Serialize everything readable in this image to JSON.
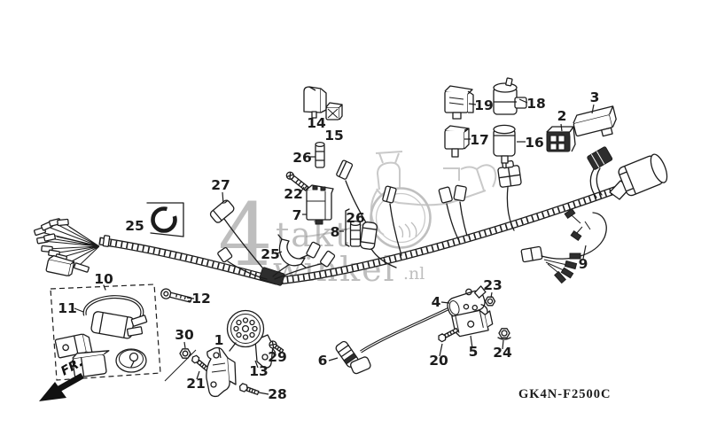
{
  "diagram": {
    "part_code": "GK4N-F2500C",
    "fr_label": "FR.",
    "watermark": {
      "big": "4",
      "word1": "takt",
      "word2": "winkel",
      "tld": ".nl"
    },
    "colors": {
      "line": "#1c1c1c",
      "background": "#ffffff",
      "watermark_text": "#979797",
      "silhouette": "#c9c9c9"
    }
  },
  "callouts": [
    {
      "id": "14",
      "label": "14"
    },
    {
      "id": "15",
      "label": "15"
    },
    {
      "id": "26-a",
      "label": "26"
    },
    {
      "id": "19",
      "label": "19"
    },
    {
      "id": "18",
      "label": "18"
    },
    {
      "id": "17",
      "label": "17"
    },
    {
      "id": "16",
      "label": "16"
    },
    {
      "id": "2",
      "label": "2"
    },
    {
      "id": "3",
      "label": "3"
    },
    {
      "id": "27",
      "label": "27"
    },
    {
      "id": "22",
      "label": "22"
    },
    {
      "id": "7",
      "label": "7"
    },
    {
      "id": "26-b",
      "label": "26"
    },
    {
      "id": "8",
      "label": "8"
    },
    {
      "id": "25-a",
      "label": "25"
    },
    {
      "id": "25-b",
      "label": "25"
    },
    {
      "id": "9",
      "label": "9"
    },
    {
      "id": "10",
      "label": "10"
    },
    {
      "id": "11",
      "label": "11"
    },
    {
      "id": "12",
      "label": "12"
    },
    {
      "id": "30",
      "label": "30"
    },
    {
      "id": "1",
      "label": "1"
    },
    {
      "id": "13",
      "label": "13"
    },
    {
      "id": "29",
      "label": "29"
    },
    {
      "id": "21",
      "label": "21"
    },
    {
      "id": "28",
      "label": "28"
    },
    {
      "id": "6",
      "label": "6"
    },
    {
      "id": "4",
      "label": "4"
    },
    {
      "id": "23",
      "label": "23"
    },
    {
      "id": "5",
      "label": "5"
    },
    {
      "id": "20",
      "label": "20"
    },
    {
      "id": "24",
      "label": "24"
    }
  ]
}
